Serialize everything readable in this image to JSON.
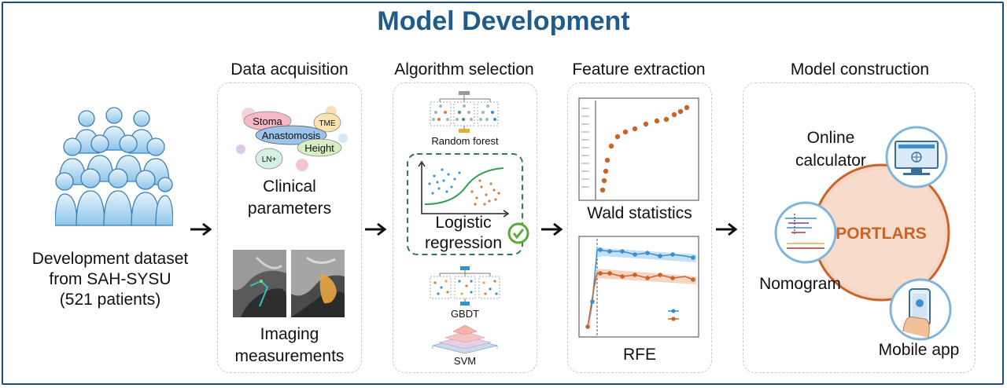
{
  "title": "Model Development",
  "dataset": {
    "line1": "Development dataset",
    "line2": "from SAH-SYSU",
    "line3": "(521 patients)"
  },
  "sections": {
    "data_acquisition": {
      "heading": "Data acquisition",
      "cloud": [
        "Stoma",
        "TME",
        "Anastomosis",
        "Height",
        "LN+"
      ],
      "clinical_line1": "Clinical",
      "clinical_line2": "parameters",
      "imaging_line1": "Imaging",
      "imaging_line2": "measurements"
    },
    "algorithm_selection": {
      "heading": "Algorithm selection",
      "random_forest": "Random forest",
      "logistic_line1": "Logistic",
      "logistic_line2": "regression",
      "gbdt": "GBDT",
      "svm": "SVM"
    },
    "feature_extraction": {
      "heading": "Feature extraction",
      "wald": "Wald statistics",
      "rfe": "RFE"
    },
    "model_construction": {
      "heading": "Model construction",
      "online_line1": "Online",
      "online_line2": "calculator",
      "nomogram": "Nomogram",
      "mobile": "Mobile app",
      "model_name": "PORTLARS"
    }
  },
  "colors": {
    "title": "#1f5c8c",
    "accent_orange": "#c8642a",
    "accent_green": "#2e8b57",
    "accent_blue": "#3a8fd0"
  }
}
